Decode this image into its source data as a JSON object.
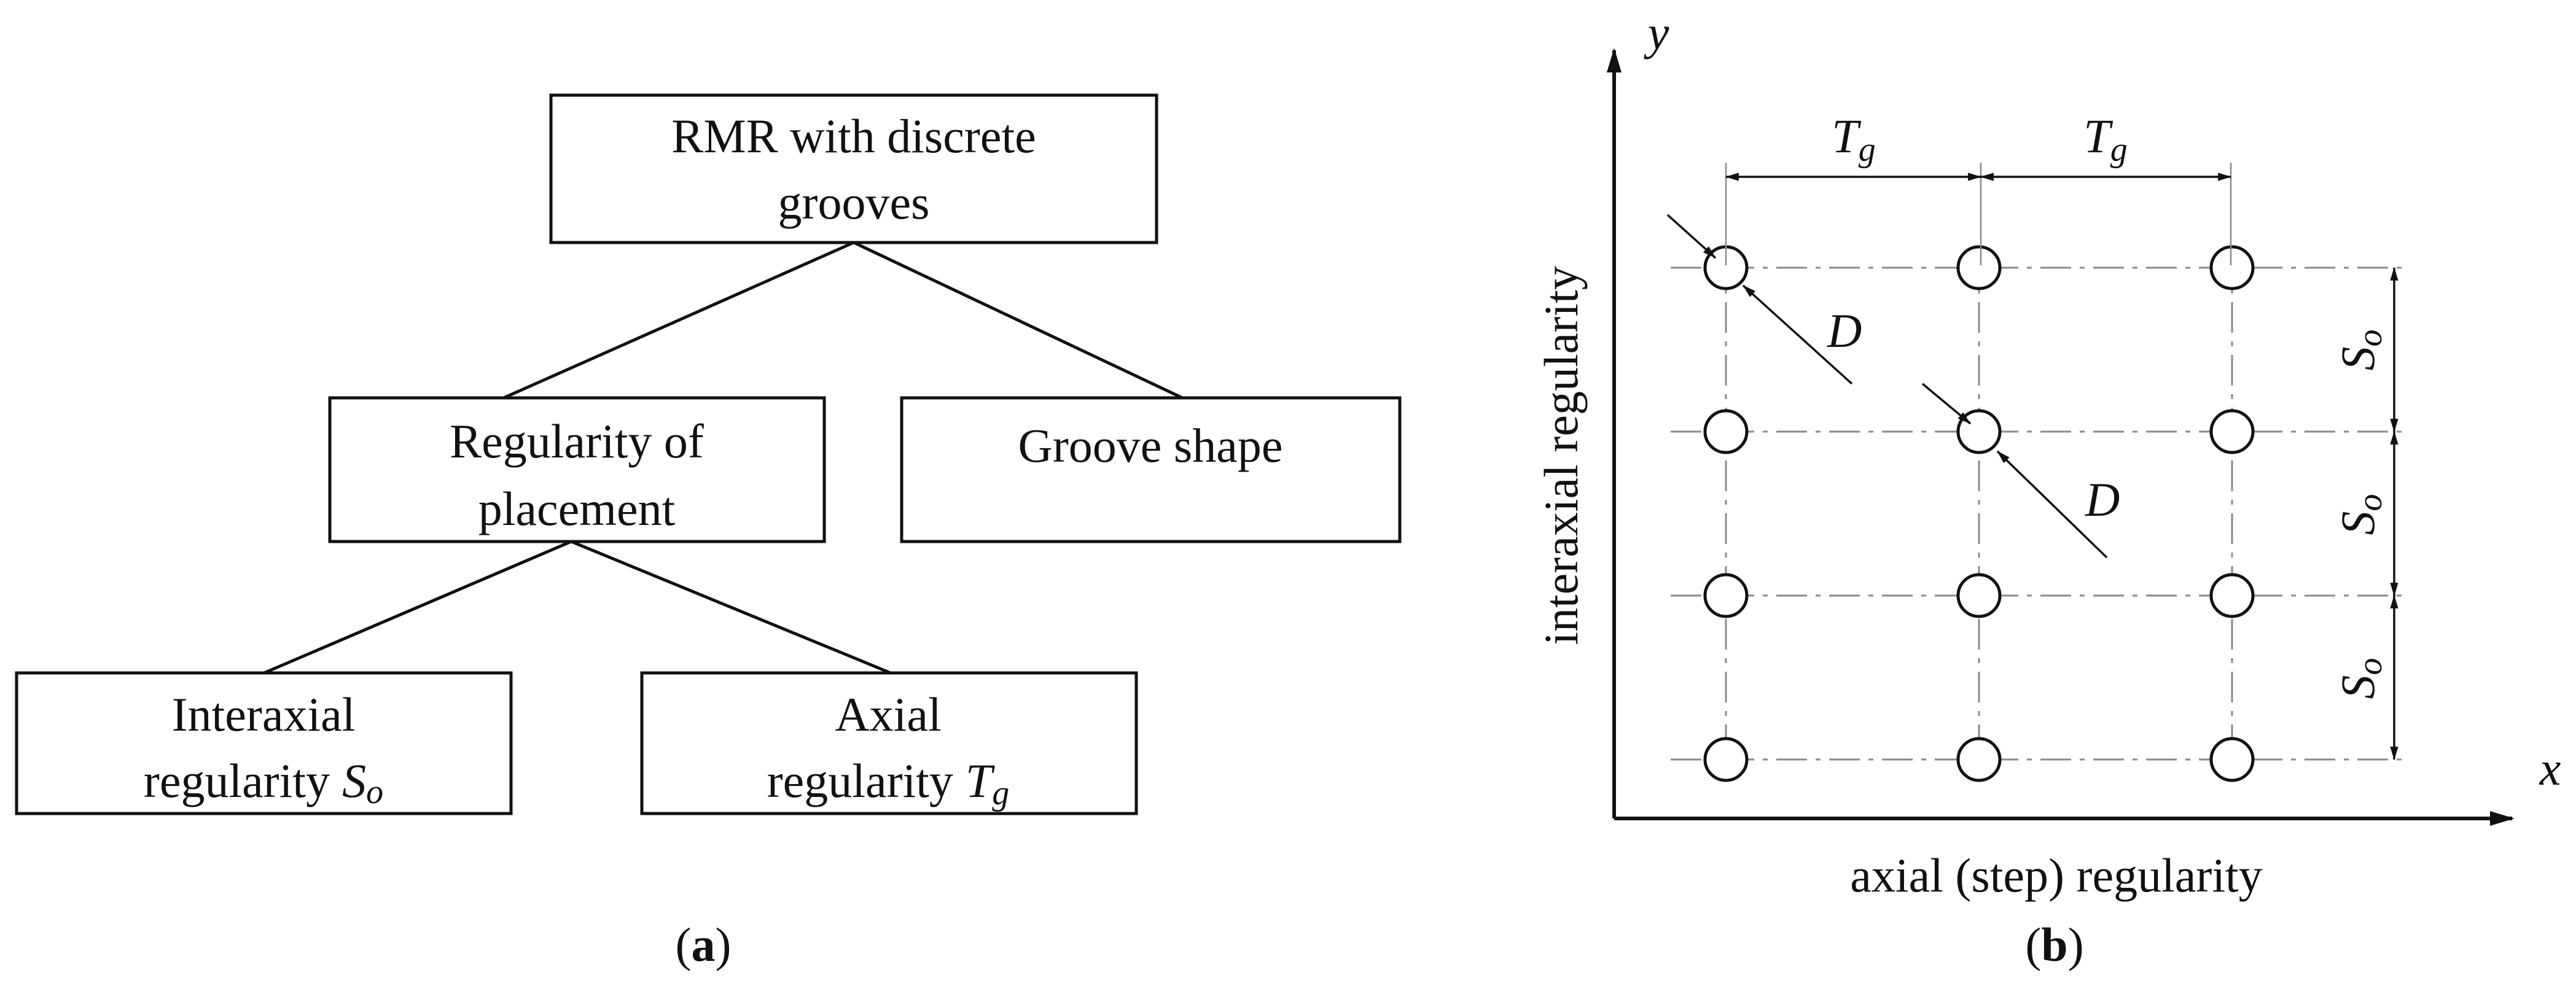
{
  "tree": {
    "root": [
      "RMR with discrete",
      "grooves"
    ],
    "placement": [
      "Regularity of",
      "placement"
    ],
    "shape": "Groove shape",
    "interaxial": {
      "line1": "Interaxial",
      "line2": "regularity",
      "sym": "S",
      "sub": "o"
    },
    "axial": {
      "line1": "Axial",
      "line2": "regularity",
      "sym": "T",
      "sub": "g"
    }
  },
  "grid": {
    "x_axis": "x",
    "y_axis": "y",
    "x_label": "axial (step) regularity",
    "y_label": "interaxial regularity",
    "pitch_axial": {
      "sym": "T",
      "sub": "g"
    },
    "pitch_interaxial": {
      "sym": "S",
      "sub": "o"
    },
    "diameter": "D",
    "columns": 3,
    "rows": 4
  },
  "panels": {
    "a": {
      "open": "(",
      "letter": "a",
      "close": ")"
    },
    "b": {
      "open": "(",
      "letter": "b",
      "close": ")"
    }
  },
  "colors": {
    "stroke": "#111111",
    "center_line": "#8a8a8a"
  }
}
